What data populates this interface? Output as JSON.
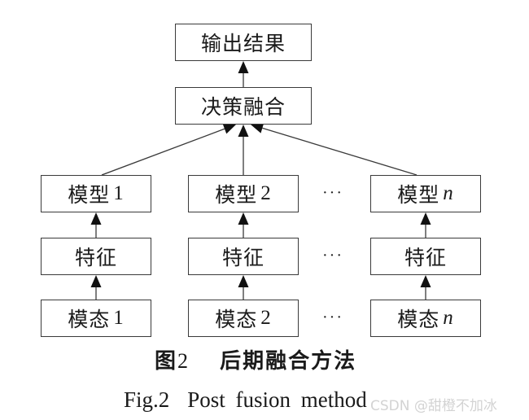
{
  "diagram": {
    "title_cn": "图2",
    "title_cn_text": "后期融合方法",
    "title_en_label": "Fig.2",
    "title_en_text": "Post fusion method",
    "output_box": "输出结果",
    "fusion_box": "决策融合",
    "columns": [
      {
        "model": "模型",
        "feature": "特征",
        "modality": "模态",
        "index": "1",
        "italic": false
      },
      {
        "model": "模型",
        "feature": "特征",
        "modality": "模态",
        "index": "2",
        "italic": false
      },
      {
        "model": "模型",
        "feature": "特征",
        "modality": "模态",
        "index": "n",
        "italic": true
      }
    ],
    "ellipsis": "···"
  },
  "watermark": "CSDN @甜橙不加冰",
  "colors": {
    "line": "#3a3a3a",
    "arrow": "#111111",
    "background": "#ffffff"
  }
}
